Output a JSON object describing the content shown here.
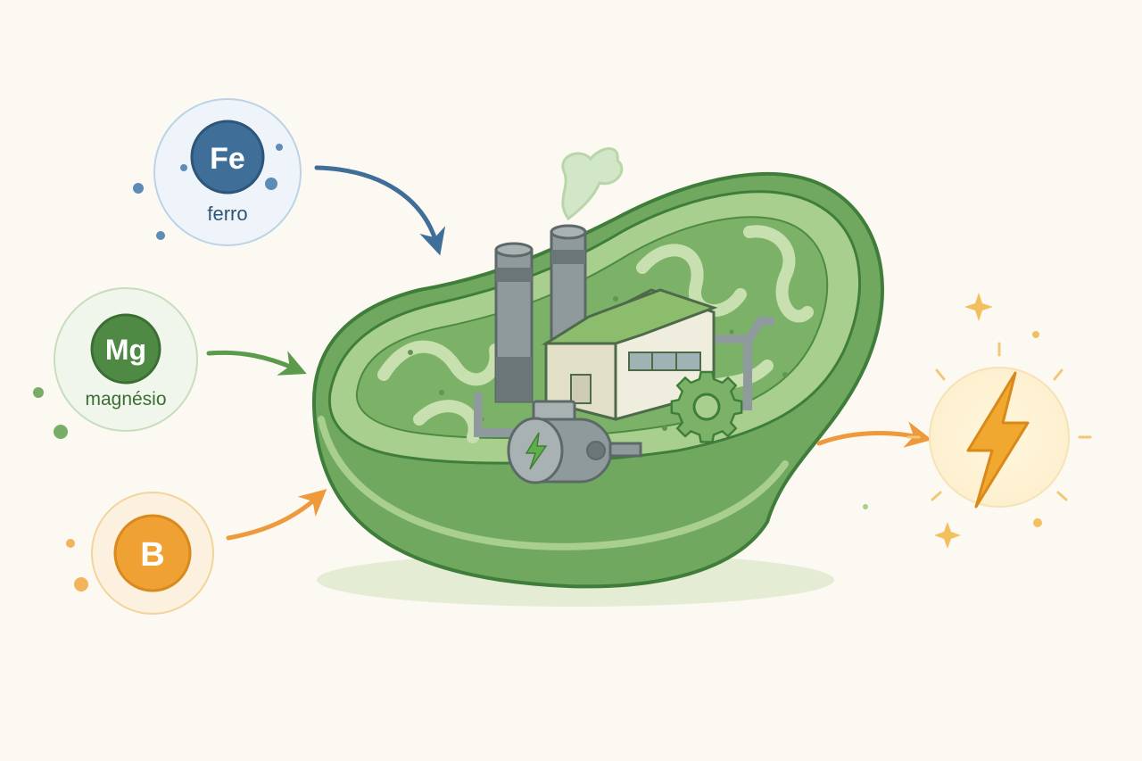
{
  "nutrients": [
    {
      "id": "fe",
      "symbol": "Fe",
      "label": "ferro",
      "color": "#3f6f98",
      "ring": "#bcd3e6",
      "fill": "#eef4f9"
    },
    {
      "id": "mg",
      "symbol": "Mg",
      "label": "magnésio",
      "color": "#4f8a45",
      "ring": "#c7ddbd",
      "fill": "#f1f6ec"
    },
    {
      "id": "b",
      "symbol": "B",
      "label": "",
      "color": "#efa233",
      "ring": "#f3d49c",
      "fill": "#fbf1de"
    }
  ],
  "organelle": {
    "outer": "#6fa85e",
    "inner": "#a9cf8e",
    "matrix": "#7cb267",
    "outline": "#3f7d3b"
  },
  "factory": {
    "steel": "#8f9a9c",
    "wall": "#efeddd",
    "roof": "#8cbd6d"
  },
  "energy": {
    "symbol": "lightning-bolt",
    "color": "#f0a830",
    "glow": "#fdf0cf"
  },
  "colors": {
    "background": "#fbf9f1",
    "arrow_out": "#ee9a3c"
  }
}
